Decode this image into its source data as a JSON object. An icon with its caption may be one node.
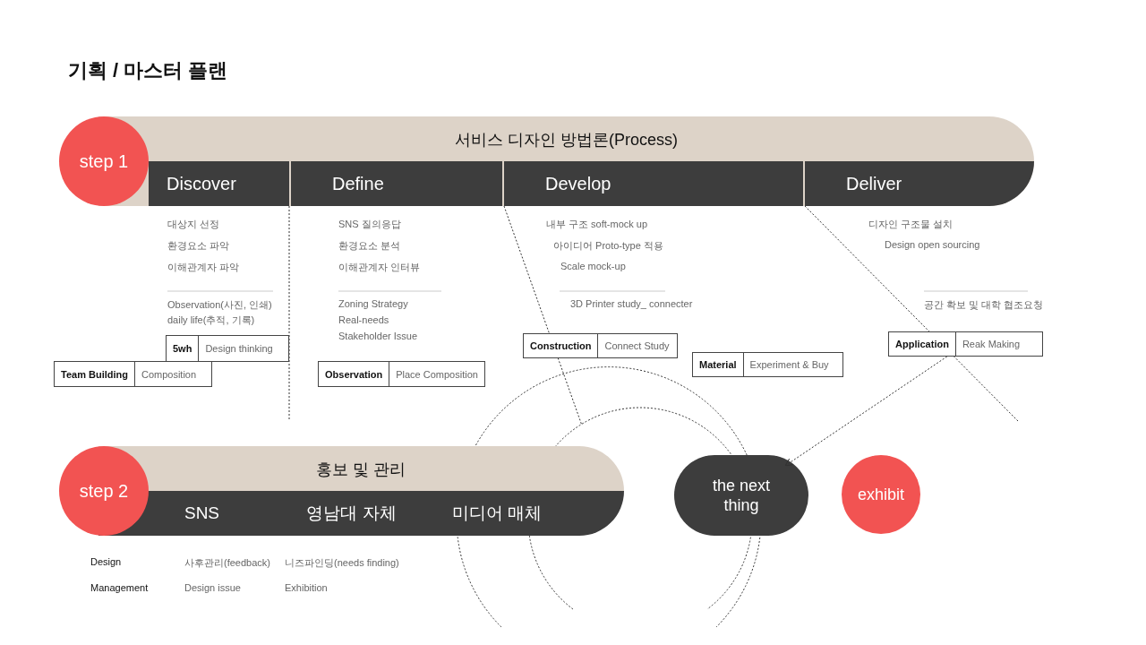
{
  "diagram": {
    "title": "기획 / 마스터 플랜",
    "nodes": [
      {
        "text": [
          "step 1"
        ]
      },
      {
        "text": [
          "서비스 디자인 방법론(Process)"
        ]
      },
      {
        "text": [
          "Discover"
        ],
        "in": 1
      },
      {
        "text": [
          "Define"
        ],
        "in": 1
      },
      {
        "text": [
          "Develop"
        ],
        "in": 1
      },
      {
        "text": [
          "Deliver"
        ],
        "in": 1
      },
      {
        "text": [
          "5wh",
          "Design thinking"
        ]
      },
      {
        "text": [
          "Team Building",
          "Composition"
        ]
      },
      {
        "text": [
          "Observation",
          "Place Composition"
        ]
      },
      {
        "text": [
          "Construction",
          "Connect Study"
        ]
      },
      {
        "text": [
          "Material",
          "Experiment & Buy"
        ]
      },
      {
        "text": [
          "Application",
          "Reak Making"
        ]
      },
      {
        "text": [
          "step 2"
        ]
      },
      {
        "text": [
          "홍보 및 관리"
        ]
      },
      {
        "text": [
          "SNS"
        ],
        "in": 13
      },
      {
        "text": [
          "영남대 자체"
        ],
        "in": 13
      },
      {
        "text": [
          "미디어 매체"
        ],
        "in": 13
      },
      {
        "text": [
          "the next thing"
        ]
      },
      {
        "text": [
          "exhibit"
        ]
      }
    ],
    "edges": [
      {
        "from": 11,
        "to": 17,
        "arrow": "to",
        "style": "dashed"
      }
    ],
    "labels": [
      "대상지 선정",
      "환경요소 파악",
      "이해관계자 파악",
      "Observation(사진, 인쇄)",
      "daily life(추적, 기록)",
      "SNS 질의응답",
      "환경요소 분석",
      "이해관계자 인터뷰",
      "Zoning Strategy",
      "Real-needs",
      "Stakeholder Issue",
      "내부 구조 soft-mock up",
      "아이디어 Proto-type 적용",
      "Scale mock-up",
      "3D Printer study_ connecter",
      "디자인 구조물 설치",
      "Design open sourcing",
      "공간 확보 및 대학 협조요청",
      "Design",
      "사후관리(feedback)",
      "니즈파인딩(needs finding)",
      "Management",
      "Design issue",
      "Exhibition"
    ]
  }
}
